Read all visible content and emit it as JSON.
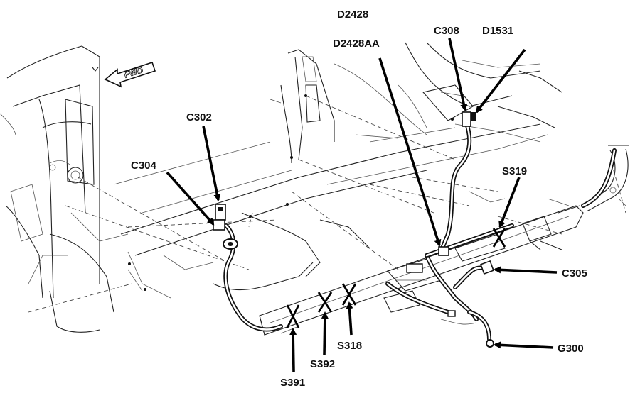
{
  "figure": {
    "direction_label": "FWD",
    "callouts": {
      "D2428": "D2428",
      "D2428AA": "D2428AA",
      "C308": "C308",
      "D1531": "D1531",
      "C302": "C302",
      "C304": "C304",
      "S319": "S319",
      "C305": "C305",
      "G300": "G300",
      "S318": "S318",
      "S392": "S392",
      "S391": "S391"
    }
  }
}
